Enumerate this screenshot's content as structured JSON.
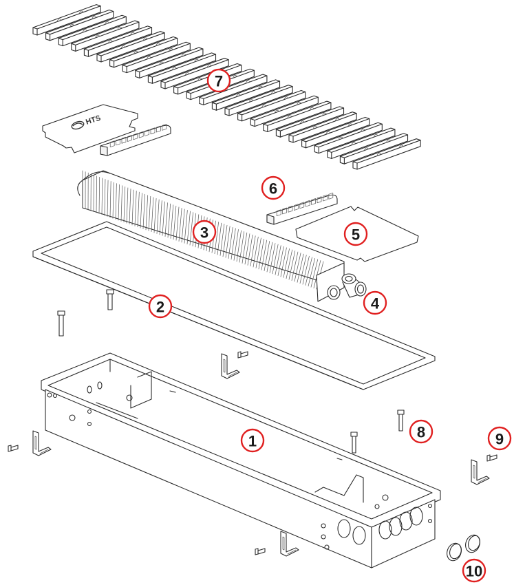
{
  "diagram": {
    "title": "Trench convector exploded view",
    "logo_text": "HTS",
    "callouts": [
      {
        "number": "1",
        "part": "housing-box"
      },
      {
        "number": "2",
        "part": "frame"
      },
      {
        "number": "3",
        "part": "heat-exchanger"
      },
      {
        "number": "4",
        "part": "valve-connections"
      },
      {
        "number": "5",
        "part": "end-cover-plate"
      },
      {
        "number": "6",
        "part": "grille-end-piece"
      },
      {
        "number": "7",
        "part": "linear-grille"
      },
      {
        "number": "8",
        "part": "screws"
      },
      {
        "number": "9",
        "part": "mounting-bracket-with-bolt"
      },
      {
        "number": "10",
        "part": "plugs"
      }
    ],
    "colors": {
      "callout_ring": "#e02020",
      "line": "#2a2a2a"
    }
  }
}
